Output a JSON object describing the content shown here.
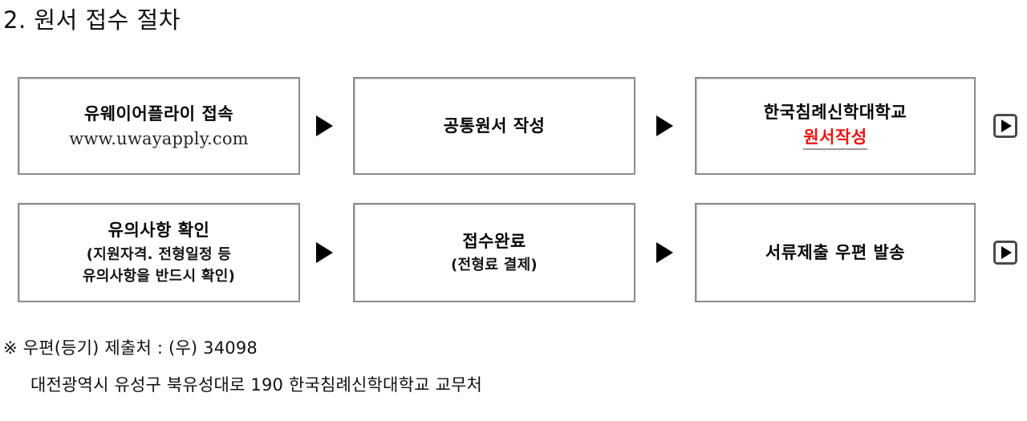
{
  "page": {
    "title": "2. 원서 접수 절차"
  },
  "flow": {
    "rows": [
      {
        "boxes": [
          {
            "title": "유웨이어플라이 접속",
            "url": "www.uwayapply.com"
          },
          {
            "title": "공통원서 작성"
          },
          {
            "title": "한국침례신학대학교",
            "link": "원서작성"
          }
        ],
        "arrow_1": "play-triangle",
        "arrow_2": "play-triangle",
        "arrow_end": "play-triangle-boxed"
      },
      {
        "boxes": [
          {
            "title": "유의사항 확인",
            "sub_line_1": "(지원자격. 전형일정 등",
            "sub_line_2": "유의사항을 반드시 확인)"
          },
          {
            "title": "접수완료",
            "sub_line_1": "(전형료 결제)"
          },
          {
            "title": "서류제출 우편 발송"
          }
        ],
        "arrow_1": "play-triangle",
        "arrow_2": "play-triangle",
        "arrow_end": "play-triangle-boxed"
      }
    ]
  },
  "footnote": {
    "line_1": "※ 우편(등기) 제출처 : (우) 34098",
    "line_2": "대전광역시 유성구 북유성대로 190 한국침례신학대학교 교무처"
  },
  "colors": {
    "link_red": "#ee1111",
    "box_border": "#8d8d8d",
    "text": "#101018"
  }
}
